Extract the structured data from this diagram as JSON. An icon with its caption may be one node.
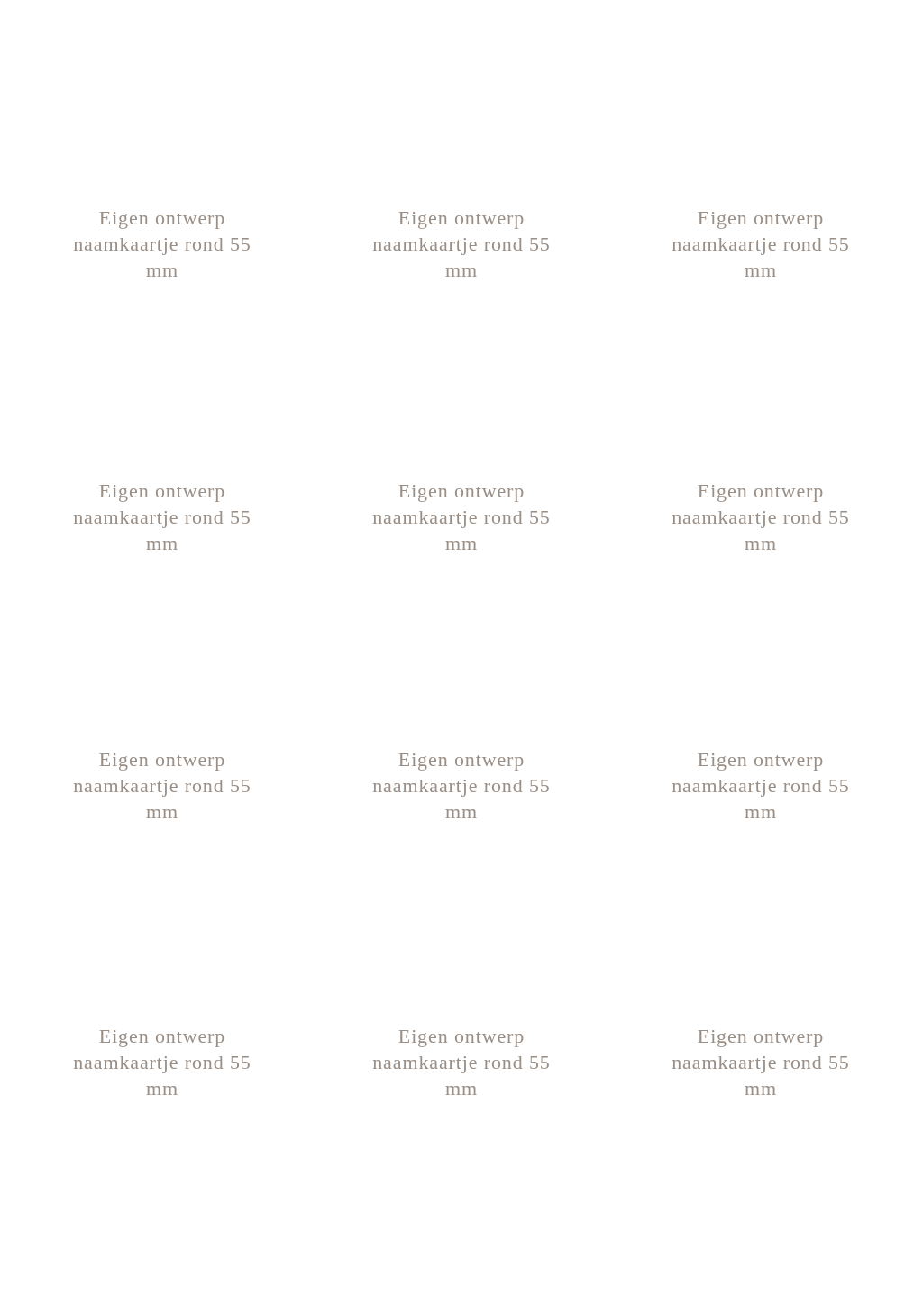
{
  "diagram": {
    "labels": [
      "Eigen ontwerp naamkaartje rond 55 mm",
      "Eigen ontwerp naamkaartje rond 55 mm",
      "Eigen ontwerp naamkaartje rond 55 mm",
      "Eigen ontwerp naamkaartje rond 55 mm",
      "Eigen ontwerp naamkaartje rond 55 mm",
      "Eigen ontwerp naamkaartje rond 55 mm",
      "Eigen ontwerp naamkaartje rond 55 mm",
      "Eigen ontwerp naamkaartje rond 55 mm",
      "Eigen ontwerp naamkaartje rond 55 mm",
      "Eigen ontwerp naamkaartje rond 55 mm",
      "Eigen ontwerp naamkaartje rond 55 mm",
      "Eigen ontwerp naamkaartje rond 55 mm"
    ]
  }
}
